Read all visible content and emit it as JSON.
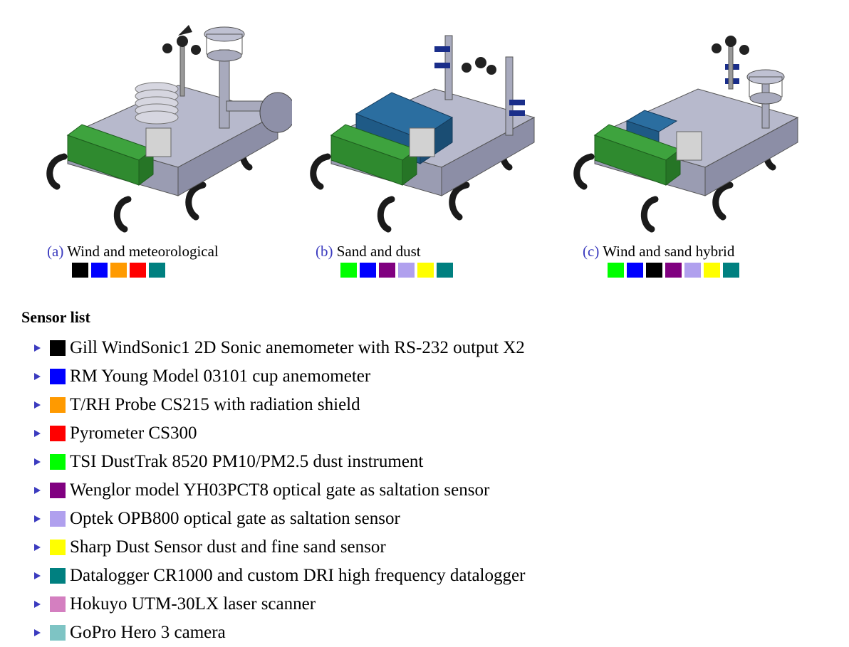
{
  "figures": [
    {
      "id": "a",
      "label": "(a)",
      "title": "Wind and meteorological",
      "swatches": [
        "#000000",
        "#0000ff",
        "#ff9a00",
        "#ff0000",
        "#008080"
      ]
    },
    {
      "id": "b",
      "label": "(b)",
      "title": "Sand and dust",
      "swatches": [
        "#00ff00",
        "#0000ff",
        "#800080",
        "#b0a0ee",
        "#ffff00",
        "#008080"
      ]
    },
    {
      "id": "c",
      "label": "(c)",
      "title": "Wind and sand hybrid",
      "swatches": [
        "#00ff00",
        "#0000ff",
        "#000000",
        "#800080",
        "#b0a0ee",
        "#ffff00",
        "#008080"
      ]
    }
  ],
  "sensor_list": {
    "title": "Sensor list",
    "items": [
      {
        "color": "#000000",
        "text": "Gill WindSonic1 2D Sonic anemometer with RS-232 output X2"
      },
      {
        "color": "#0000ff",
        "text": "RM Young Model 03101 cup anemometer"
      },
      {
        "color": "#ff9a00",
        "text": "T/RH Probe CS215 with radiation shield"
      },
      {
        "color": "#ff0000",
        "text": "Pyrometer CS300"
      },
      {
        "color": "#00ff00",
        "text": "TSI DustTrak 8520 PM10/PM2.5 dust instrument"
      },
      {
        "color": "#800080",
        "text": "Wenglor model YH03PCT8 optical gate as saltation sensor"
      },
      {
        "color": "#b0a0ee",
        "text": "Optek OPB800 optical gate as saltation sensor"
      },
      {
        "color": "#ffff00",
        "text": "Sharp Dust Sensor dust and fine sand sensor"
      },
      {
        "color": "#008080",
        "text": "Datalogger CR1000 and custom DRI high frequency datalogger"
      },
      {
        "color": "#d47fc0",
        "text": "Hokuyo UTM-30LX laser scanner"
      },
      {
        "color": "#7ec4c4",
        "text": "GoPro Hero 3 camera"
      }
    ]
  }
}
